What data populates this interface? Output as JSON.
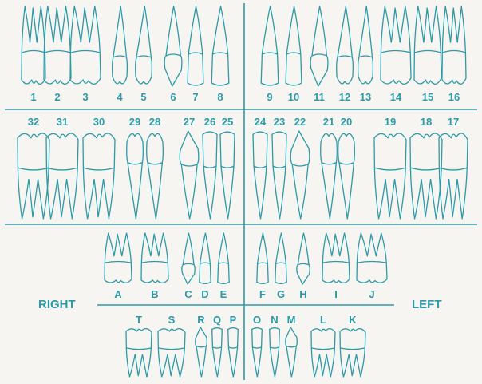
{
  "colors": {
    "ink": "#2c9aa7",
    "paper": "#f6f5f1"
  },
  "permanent": {
    "upper": [
      {
        "label": "1",
        "kind": "molar"
      },
      {
        "label": "2",
        "kind": "molar"
      },
      {
        "label": "3",
        "kind": "molar"
      },
      {
        "label": "4",
        "kind": "premolar"
      },
      {
        "label": "5",
        "kind": "premolar"
      },
      {
        "label": "6",
        "kind": "canine"
      },
      {
        "label": "7",
        "kind": "incisor"
      },
      {
        "label": "8",
        "kind": "incisor"
      },
      {
        "label": "9",
        "kind": "incisor"
      },
      {
        "label": "10",
        "kind": "incisor"
      },
      {
        "label": "11",
        "kind": "canine"
      },
      {
        "label": "12",
        "kind": "premolar"
      },
      {
        "label": "13",
        "kind": "premolar"
      },
      {
        "label": "14",
        "kind": "molar"
      },
      {
        "label": "15",
        "kind": "molar"
      },
      {
        "label": "16",
        "kind": "molar"
      }
    ],
    "lower": [
      {
        "label": "32",
        "kind": "molar"
      },
      {
        "label": "31",
        "kind": "molar"
      },
      {
        "label": "30",
        "kind": "molar"
      },
      {
        "label": "29",
        "kind": "premolar"
      },
      {
        "label": "28",
        "kind": "premolar"
      },
      {
        "label": "27",
        "kind": "canine"
      },
      {
        "label": "26",
        "kind": "incisor"
      },
      {
        "label": "25",
        "kind": "incisor"
      },
      {
        "label": "24",
        "kind": "incisor"
      },
      {
        "label": "23",
        "kind": "incisor"
      },
      {
        "label": "22",
        "kind": "canine"
      },
      {
        "label": "21",
        "kind": "premolar"
      },
      {
        "label": "20",
        "kind": "premolar"
      },
      {
        "label": "19",
        "kind": "molar"
      },
      {
        "label": "18",
        "kind": "molar"
      },
      {
        "label": "17",
        "kind": "molar"
      }
    ]
  },
  "primary": {
    "upper": [
      {
        "label": "A",
        "kind": "molar"
      },
      {
        "label": "B",
        "kind": "molar"
      },
      {
        "label": "C",
        "kind": "canine"
      },
      {
        "label": "D",
        "kind": "incisor"
      },
      {
        "label": "E",
        "kind": "incisor"
      },
      {
        "label": "F",
        "kind": "incisor"
      },
      {
        "label": "G",
        "kind": "incisor"
      },
      {
        "label": "H",
        "kind": "canine"
      },
      {
        "label": "I",
        "kind": "molar"
      },
      {
        "label": "J",
        "kind": "molar"
      }
    ],
    "lower": [
      {
        "label": "T",
        "kind": "molar"
      },
      {
        "label": "S",
        "kind": "molar"
      },
      {
        "label": "R",
        "kind": "canine"
      },
      {
        "label": "Q",
        "kind": "incisor"
      },
      {
        "label": "P",
        "kind": "incisor"
      },
      {
        "label": "O",
        "kind": "incisor"
      },
      {
        "label": "N",
        "kind": "incisor"
      },
      {
        "label": "M",
        "kind": "canine"
      },
      {
        "label": "L",
        "kind": "molar"
      },
      {
        "label": "K",
        "kind": "molar"
      }
    ]
  },
  "sides": {
    "right": "RIGHT",
    "left": "LEFT"
  }
}
